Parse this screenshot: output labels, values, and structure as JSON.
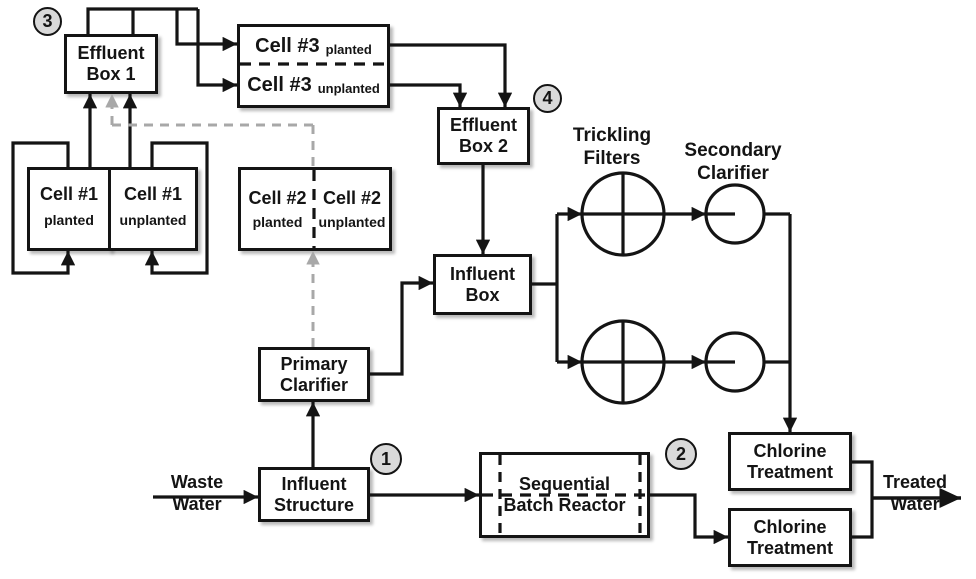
{
  "boxes": {
    "effluent_box_1": {
      "line1": "Effluent",
      "line2": "Box 1"
    },
    "effluent_box_2": {
      "line1": "Effluent",
      "line2": "Box 2"
    },
    "cell3_planted": {
      "name": "Cell #3",
      "variant": "planted"
    },
    "cell3_unplanted": {
      "name": "Cell #3",
      "variant": "unplanted"
    },
    "cell1_planted": {
      "name": "Cell #1",
      "variant": "planted"
    },
    "cell1_unplanted": {
      "name": "Cell #1",
      "variant": "unplanted"
    },
    "cell2_planted": {
      "name": "Cell #2",
      "variant": "planted"
    },
    "cell2_unplanted": {
      "name": "Cell #2",
      "variant": "unplanted"
    },
    "influent_box": {
      "line1": "Influent",
      "line2": "Box"
    },
    "primary_clarifier": {
      "line1": "Primary",
      "line2": "Clarifier"
    },
    "influent_structure": {
      "line1": "Influent",
      "line2": "Structure"
    },
    "sequential_batch_reactor": {
      "line1": "Sequential",
      "line2": "Batch Reactor"
    },
    "chlorine_treatment_top": {
      "line1": "Chlorine",
      "line2": "Treatment"
    },
    "chlorine_treatment_bottom": {
      "line1": "Chlorine",
      "line2": "Treatment"
    }
  },
  "labels": {
    "trickling_filters": {
      "line1": "Trickling",
      "line2": "Filters"
    },
    "secondary_clarifier": {
      "line1": "Secondary",
      "line2": "Clarifier"
    },
    "waste_water": {
      "line1": "Waste",
      "line2": "Water"
    },
    "treated_water": {
      "line1": "Treated",
      "line2": "Water"
    }
  },
  "markers": {
    "point1": "1",
    "point2": "2",
    "point3": "3",
    "point4": "4"
  },
  "colors": {
    "line": "#141414",
    "phantom_line": "#a8a8a8",
    "marker_fill": "#d9d9d9",
    "box_fill": "#ffffff"
  }
}
